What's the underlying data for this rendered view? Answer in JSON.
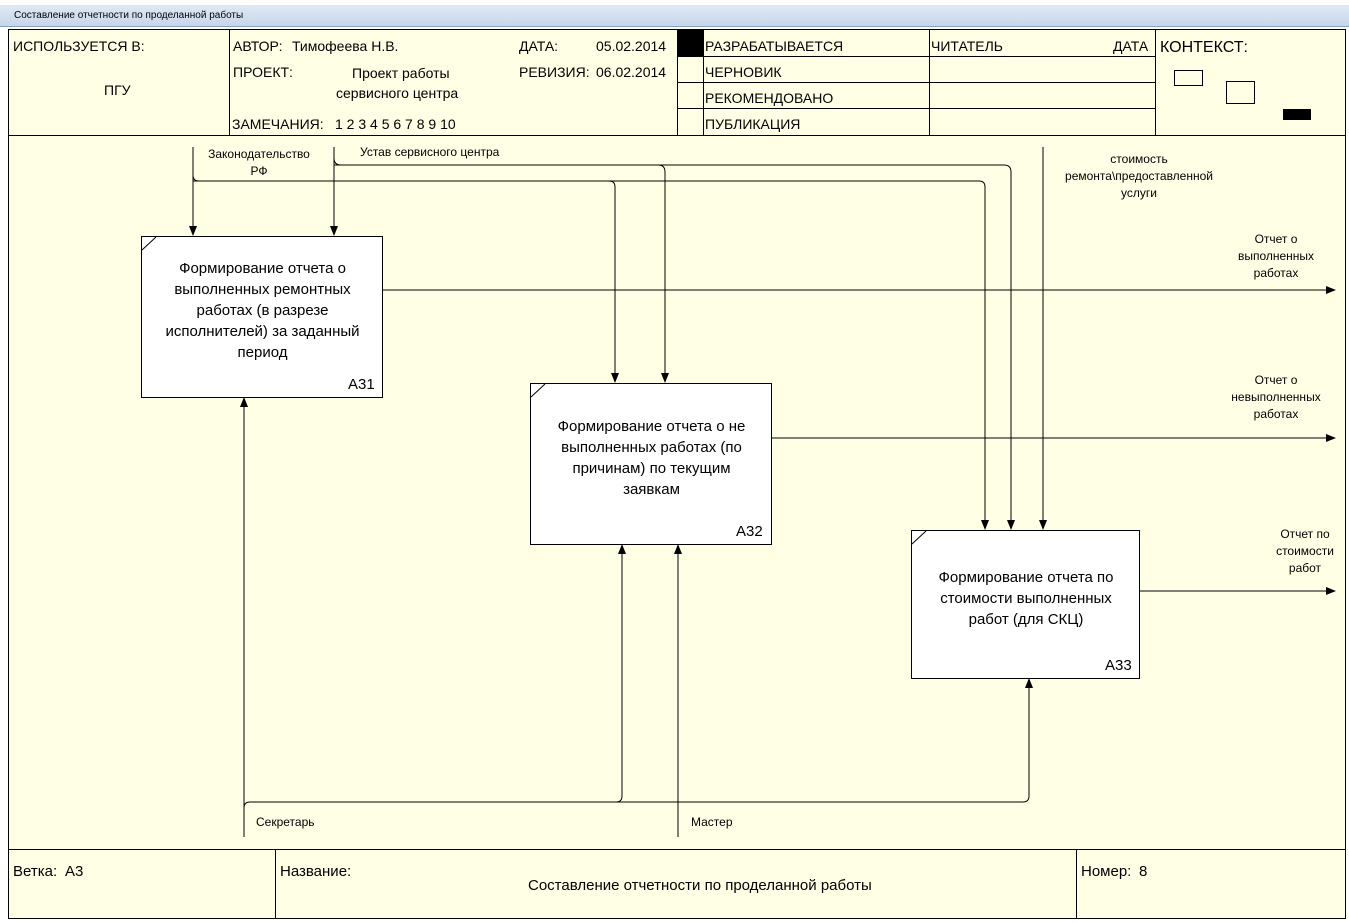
{
  "window": {
    "title": "Составление отчетности по проделанной работы"
  },
  "header": {
    "used_in_label": "ИСПОЛЬЗУЕТСЯ В:",
    "used_in_value": "ПГУ",
    "author_label": "АВТОР:",
    "author_value": "Тимофеева Н.В.",
    "project_label": "ПРОЕКТ:",
    "project_value_line1": "Проект работы",
    "project_value_line2": "сервисного центра",
    "notes_label": "ЗАМЕЧАНИЯ:",
    "notes_value": "1 2 3 4 5 6 7 8 9 10",
    "date_label": "ДАТА:",
    "date_value": "05.02.2014",
    "revision_label": "РЕВИЗИЯ:",
    "revision_value": "06.02.2014",
    "status": [
      "РАЗРАБАТЫВАЕТСЯ",
      "ЧЕРНОВИК",
      "РЕКОМЕНДОВАНО",
      "ПУБЛИКАЦИЯ"
    ],
    "reader_label": "ЧИТАТЕЛЬ",
    "reader_date_label": "ДАТА",
    "context_label": "КОНТЕКСТ:"
  },
  "diagram": {
    "boxes": [
      {
        "id": "A31",
        "text_lines": [
          "Формирование отчета о",
          "выполненных ремонтных",
          "работах (в разрезе",
          "исполнителей) за заданный",
          "период"
        ]
      },
      {
        "id": "A32",
        "text_lines": [
          "Формирование отчета о не",
          "выполненных работах (по",
          "причинам) по текущим",
          "заявкам"
        ]
      },
      {
        "id": "A33",
        "text_lines": [
          "Формирование отчета по",
          "стоимости выполненных",
          "работ (для СКЦ)"
        ]
      }
    ],
    "arrow_labels": {
      "law_line1": "Законодательство",
      "law_line2": "РФ",
      "charter": "Устав сервисного центра",
      "cost_line1": "стоимость",
      "cost_line2": "ремонта\\предоставленной",
      "cost_line3": "услуги",
      "out1_line1": "Отчет о",
      "out1_line2": "выполненных",
      "out1_line3": "работах",
      "out2_line1": "Отчет о",
      "out2_line2": "невыполненных",
      "out2_line3": "работах",
      "out3_line1": "Отчет по",
      "out3_line2": "стоимости",
      "out3_line3": "работ",
      "secretary": "Секретарь",
      "master": "Мастер"
    }
  },
  "footer": {
    "branch_label": "Ветка:",
    "branch_value": "А3",
    "name_label": "Название:",
    "name_value": "Составление отчетности по проделанной работы",
    "number_label": "Номер:",
    "number_value": "8"
  },
  "colors": {
    "page_bg": "#ffffe6",
    "line": "#000000"
  }
}
